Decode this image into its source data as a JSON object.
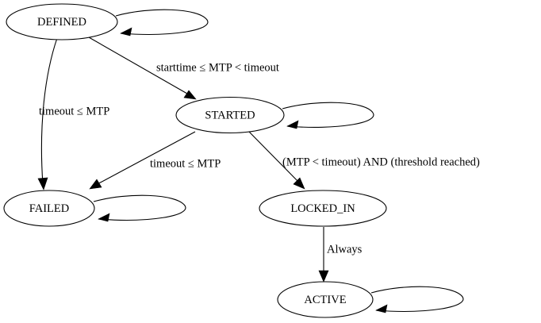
{
  "diagram": {
    "type": "state-machine",
    "title": "",
    "background_color": "#ffffff",
    "stroke_color": "#000000",
    "text_color": "#000000",
    "nodes": [
      {
        "id": "DEFINED",
        "label": "DEFINED",
        "has_self_loop": true,
        "self_loop_label": ""
      },
      {
        "id": "STARTED",
        "label": "STARTED",
        "has_self_loop": true,
        "self_loop_label": ""
      },
      {
        "id": "FAILED",
        "label": "FAILED",
        "has_self_loop": true,
        "self_loop_label": ""
      },
      {
        "id": "LOCKED_IN",
        "label": "LOCKED_IN",
        "has_self_loop": false,
        "self_loop_label": ""
      },
      {
        "id": "ACTIVE",
        "label": "ACTIVE",
        "has_self_loop": true,
        "self_loop_label": ""
      }
    ],
    "edges": [
      {
        "from": "DEFINED",
        "to": "STARTED",
        "label": "starttime ≤ MTP < timeout"
      },
      {
        "from": "DEFINED",
        "to": "FAILED",
        "label": "timeout ≤ MTP"
      },
      {
        "from": "STARTED",
        "to": "FAILED",
        "label": "timeout ≤ MTP"
      },
      {
        "from": "STARTED",
        "to": "LOCKED_IN",
        "label": "(MTP < timeout) AND (threshold reached)"
      },
      {
        "from": "LOCKED_IN",
        "to": "ACTIVE",
        "label": "Always"
      },
      {
        "from": "DEFINED",
        "to": "DEFINED",
        "label": ""
      },
      {
        "from": "STARTED",
        "to": "STARTED",
        "label": ""
      },
      {
        "from": "FAILED",
        "to": "FAILED",
        "label": ""
      },
      {
        "from": "ACTIVE",
        "to": "ACTIVE",
        "label": ""
      }
    ]
  }
}
